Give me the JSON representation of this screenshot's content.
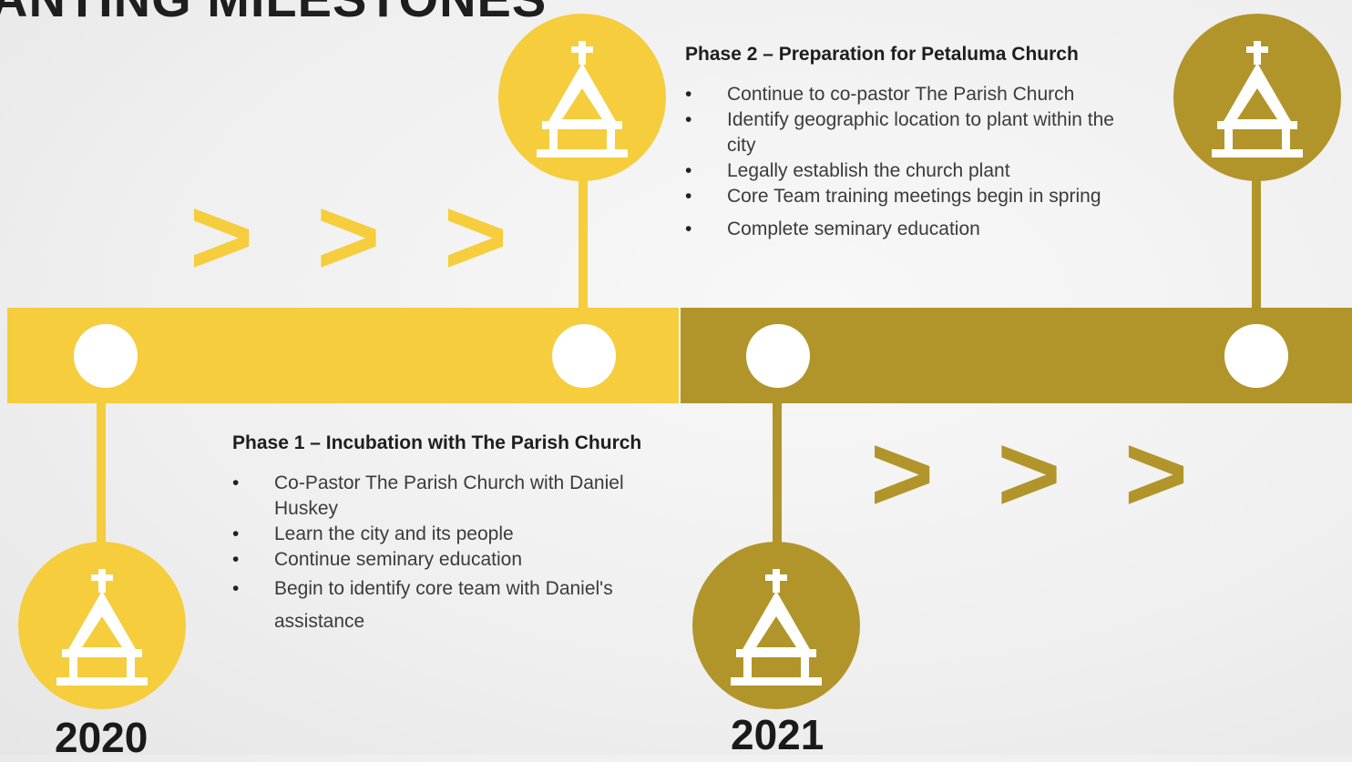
{
  "title": "ANTING MILESTONES",
  "arrows": {
    "symbol": "> > >"
  },
  "phase1": {
    "heading": "Phase 1 – Incubation with The Parish Church",
    "items": [
      "Co-Pastor The Parish Church with Daniel Huskey",
      "Learn the city and its people",
      "Continue seminary education",
      "Begin to identify core team with Daniel's assistance"
    ]
  },
  "phase2": {
    "heading": "Phase 2 –  Preparation for Petaluma Church",
    "items": [
      "Continue to co-pastor The Parish Church",
      "Identify geographic location to plant within the city",
      "Legally establish the church plant",
      "Core Team training meetings begin in spring",
      "Complete seminary education"
    ]
  },
  "years": {
    "first": "2020",
    "second": "2021"
  },
  "icons": {
    "milestone": "church-icon"
  },
  "colors": {
    "yellow": "#f5cd3d",
    "gold": "#b1952a",
    "white": "#ffffff"
  }
}
